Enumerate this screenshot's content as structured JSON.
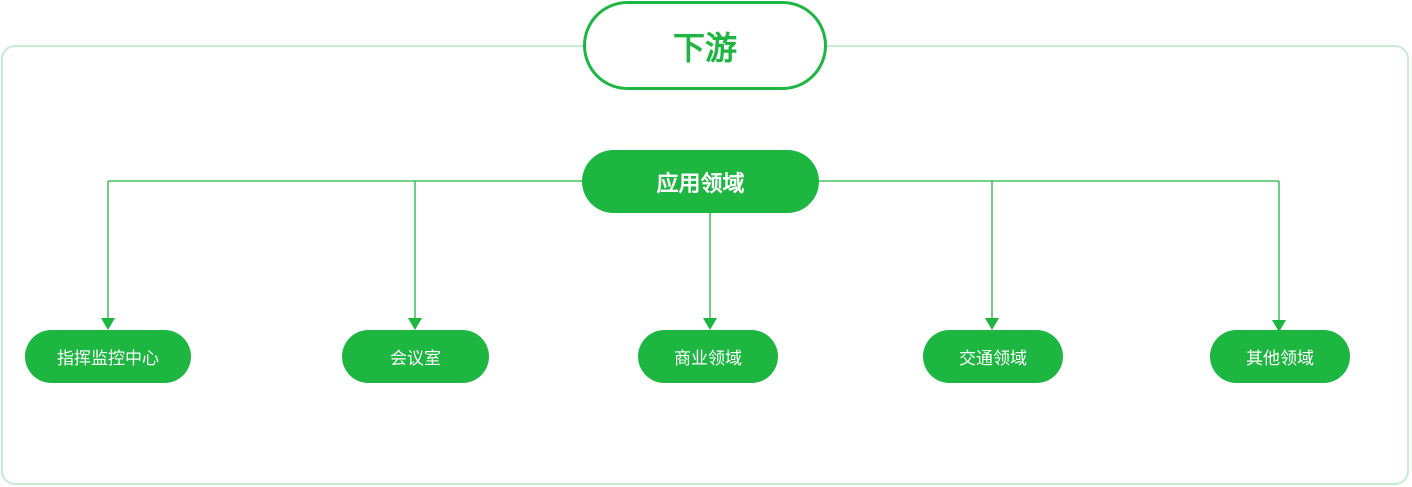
{
  "header": {
    "label": "下游"
  },
  "root": {
    "label": "应用领域"
  },
  "leaves": [
    {
      "label": "指挥监控中心"
    },
    {
      "label": "会议室"
    },
    {
      "label": "商业领域"
    },
    {
      "label": "交通领域"
    },
    {
      "label": "其他领域"
    }
  ],
  "colors": {
    "accent": "#1db641",
    "frame_border": "#c6ecd2",
    "text_on_accent": "#ffffff"
  }
}
